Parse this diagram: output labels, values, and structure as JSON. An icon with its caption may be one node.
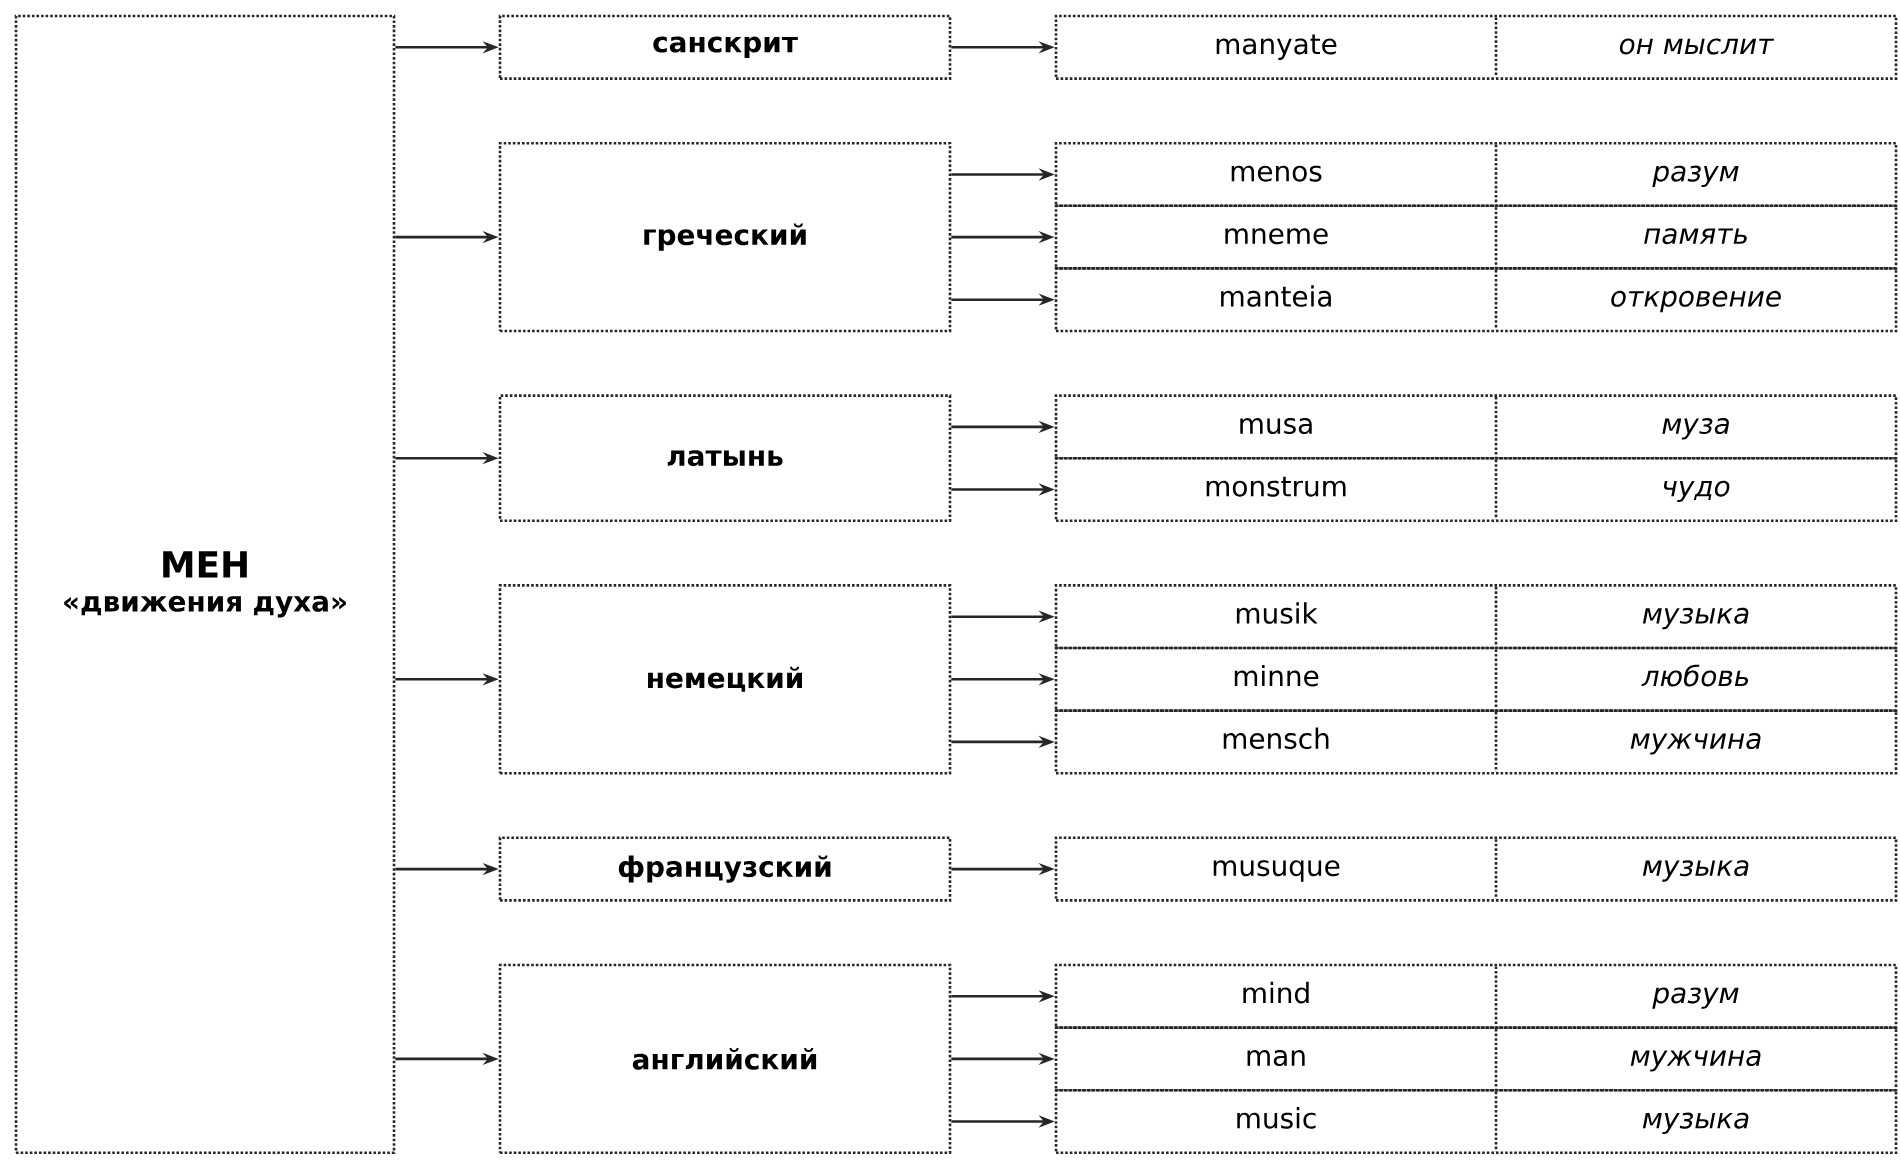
{
  "diagram": {
    "nodes": [
      {
        "text": [
          "МЕН",
          "«движения духа»"
        ]
      },
      {
        "text": [
          "санскрит"
        ]
      },
      {
        "text": [
          "manyate",
          "он мыслит"
        ]
      },
      {
        "text": [
          "греческий"
        ]
      },
      {
        "text": [
          "menos",
          "разум"
        ]
      },
      {
        "text": [
          "mneme",
          "память"
        ]
      },
      {
        "text": [
          "manteia",
          "откровение"
        ]
      },
      {
        "text": [
          "латынь"
        ]
      },
      {
        "text": [
          "musa",
          "муза"
        ]
      },
      {
        "text": [
          "monstrum",
          "чудо"
        ]
      },
      {
        "text": [
          "немецкий"
        ]
      },
      {
        "text": [
          "musik",
          "музыка"
        ]
      },
      {
        "text": [
          "minne",
          "любовь"
        ]
      },
      {
        "text": [
          "mensch",
          "мужчина"
        ]
      },
      {
        "text": [
          "французский"
        ]
      },
      {
        "text": [
          "musuque",
          "музыка"
        ]
      },
      {
        "text": [
          "английский"
        ]
      },
      {
        "text": [
          "mind",
          "разум"
        ]
      },
      {
        "text": [
          "man",
          "мужчина"
        ]
      },
      {
        "text": [
          "music",
          "музыка"
        ]
      }
    ],
    "edges": [
      {
        "from": 0,
        "to": 1,
        "arrow": "to"
      },
      {
        "from": 1,
        "to": 2,
        "arrow": "to"
      },
      {
        "from": 0,
        "to": 3,
        "arrow": "to"
      },
      {
        "from": 3,
        "to": 4,
        "arrow": "to"
      },
      {
        "from": 3,
        "to": 5,
        "arrow": "to"
      },
      {
        "from": 3,
        "to": 6,
        "arrow": "to"
      },
      {
        "from": 0,
        "to": 7,
        "arrow": "to"
      },
      {
        "from": 7,
        "to": 8,
        "arrow": "to"
      },
      {
        "from": 7,
        "to": 9,
        "arrow": "to"
      },
      {
        "from": 0,
        "to": 10,
        "arrow": "to"
      },
      {
        "from": 10,
        "to": 11,
        "arrow": "to"
      },
      {
        "from": 10,
        "to": 12,
        "arrow": "to"
      },
      {
        "from": 10,
        "to": 13,
        "arrow": "to"
      },
      {
        "from": 0,
        "to": 14,
        "arrow": "to"
      },
      {
        "from": 14,
        "to": 15,
        "arrow": "to"
      },
      {
        "from": 0,
        "to": 16,
        "arrow": "to"
      },
      {
        "from": 16,
        "to": 17,
        "arrow": "to"
      },
      {
        "from": 16,
        "to": 18,
        "arrow": "to"
      },
      {
        "from": 16,
        "to": 19,
        "arrow": "to"
      }
    ]
  }
}
